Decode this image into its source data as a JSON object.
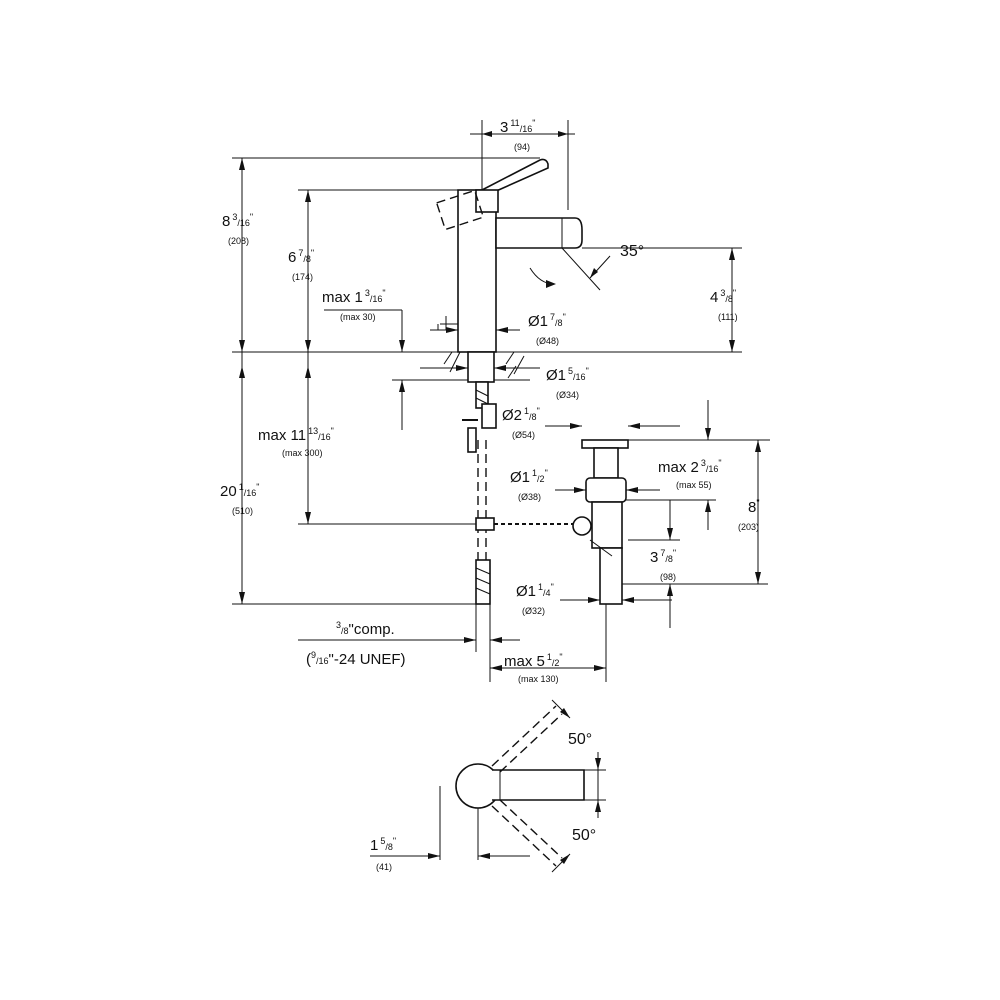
{
  "dimensions": {
    "spout_reach": {
      "main": "3",
      "frac_num": "11",
      "frac_den": "16",
      "unit": "\"",
      "mm": "(94)"
    },
    "total_height": {
      "main": "8",
      "frac_num": "3",
      "frac_den": "16",
      "unit": "\"",
      "mm": "(208)"
    },
    "body_height": {
      "main": "6",
      "frac_num": "7",
      "frac_den": "8",
      "unit": "\"",
      "mm": "(174)"
    },
    "deck_thickness": {
      "main": "max 1",
      "frac_num": "3",
      "frac_den": "16",
      "unit": "\"",
      "mm": "(max 30)"
    },
    "spout_angle": {
      "text": "35°"
    },
    "spout_height": {
      "main": "4",
      "frac_num": "3",
      "frac_den": "8",
      "unit": "\"",
      "mm": "(111)"
    },
    "body_diameter": {
      "main": "Ø1",
      "frac_num": "7",
      "frac_den": "8",
      "unit": "\"",
      "mm": "(Ø48)"
    },
    "shank_diameter": {
      "main": "Ø1",
      "frac_num": "5",
      "frac_den": "16",
      "unit": "\"",
      "mm": "(Ø34)"
    },
    "flange_diameter": {
      "main": "Ø2",
      "frac_num": "1",
      "frac_den": "8",
      "unit": "\"",
      "mm": "(Ø54)"
    },
    "supply_length": {
      "main": "max 11",
      "frac_num": "13",
      "frac_den": "16",
      "unit": "\"",
      "mm": "(max 300)"
    },
    "overall_length": {
      "main": "20",
      "frac_num": "1",
      "frac_den": "16",
      "unit": "\"",
      "mm": "(510)"
    },
    "drain_body": {
      "main": "Ø1",
      "frac_num": "1",
      "frac_den": "2",
      "unit": "\"",
      "mm": "(Ø38)"
    },
    "drain_deck": {
      "main": "max 2",
      "frac_num": "3",
      "frac_den": "16",
      "unit": "\"",
      "mm": "(max 55)"
    },
    "drain_height": {
      "main": "8",
      "unit": "\"",
      "mm": "(203)"
    },
    "tailpiece_offset": {
      "main": "3",
      "frac_num": "7",
      "frac_den": "8",
      "unit": "\"",
      "mm": "(98)"
    },
    "tailpiece_dia": {
      "main": "Ø1",
      "frac_num": "1",
      "frac_den": "4",
      "unit": "\"",
      "mm": "(Ø32)"
    },
    "connection": {
      "frac_num": "3",
      "frac_den": "8",
      "rest": "\"comp.",
      "line2_pre": "(",
      "line2_num": "9",
      "line2_den": "16",
      "line2_rest": "\"-24 UNEF)"
    },
    "drain_offset": {
      "main": "max 5",
      "frac_num": "1",
      "frac_den": "2",
      "unit": "\"",
      "mm": "(max 130)"
    },
    "lever_angle_top": {
      "text": "50°"
    },
    "lever_angle_bot": {
      "text": "50°"
    },
    "plan_offset": {
      "main": "1",
      "frac_num": "5",
      "frac_den": "8",
      "unit": "\"",
      "mm": "(41)"
    }
  }
}
